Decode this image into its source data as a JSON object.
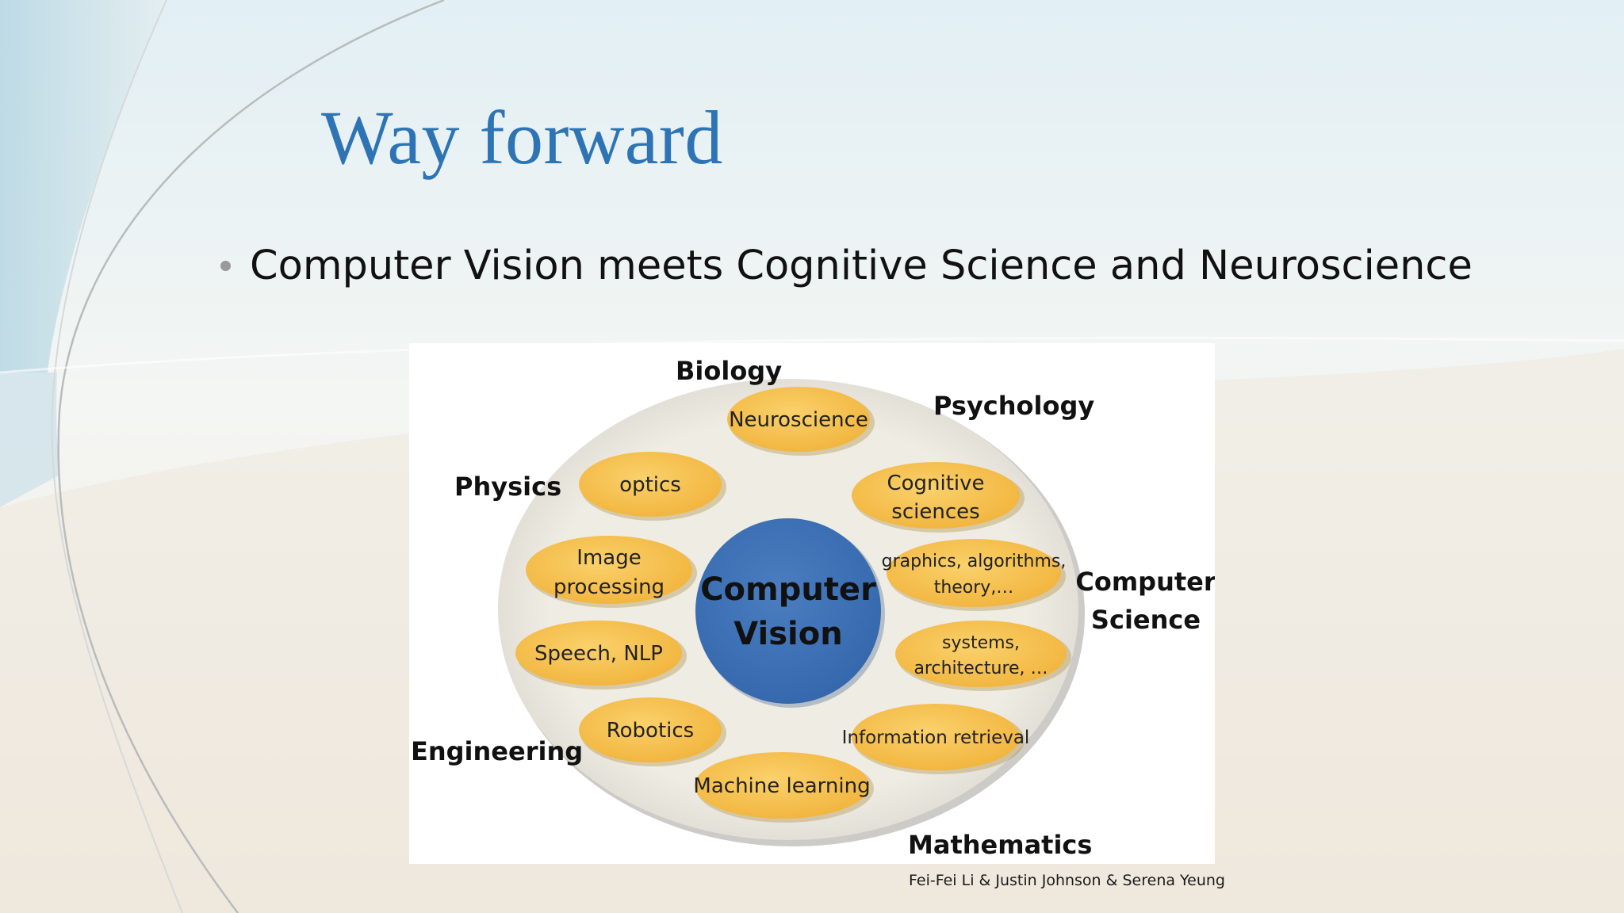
{
  "slide": {
    "title": "Way forward",
    "bullet": "Computer Vision meets Cognitive Science and Neuroscience",
    "credit": "Fei-Fei Li & Justin Johnson & Serena Yeung"
  },
  "diagram": {
    "core": [
      "Computer",
      "Vision"
    ],
    "fields": {
      "biology": "Biology",
      "psychology": "Psychology",
      "physics": "Physics",
      "computer_science": [
        "Computer",
        "Science"
      ],
      "engineering": "Engineering",
      "mathematics": "Mathematics"
    },
    "topics": {
      "neuroscience": [
        "Neuroscience"
      ],
      "optics": [
        "optics"
      ],
      "cognitive_sciences": [
        "Cognitive",
        "sciences"
      ],
      "image_processing": [
        "Image",
        "processing"
      ],
      "graphics": [
        "graphics, algorithms,",
        "theory,…"
      ],
      "speech_nlp": [
        "Speech, NLP"
      ],
      "systems": [
        "systems,",
        "architecture, …"
      ],
      "robotics": [
        "Robotics"
      ],
      "information_retrieval": [
        "Information retrieval"
      ],
      "machine_learning": [
        "Machine learning"
      ]
    },
    "colors": {
      "core_fill": "#3f73b6",
      "topic_fill": "#f7c24f",
      "outer_fill": "#efece4",
      "title_blue": "#2e74b5"
    }
  }
}
